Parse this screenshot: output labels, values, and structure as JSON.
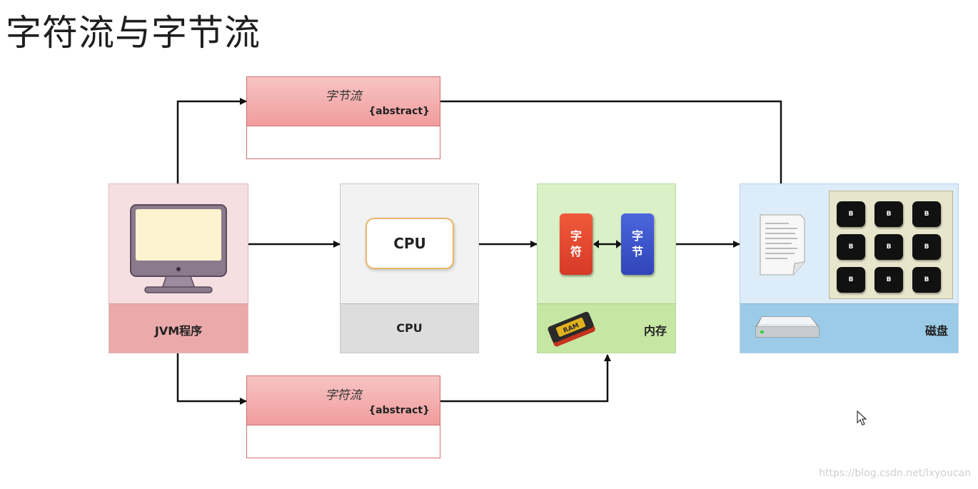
{
  "title": "字符流与字节流",
  "byte_stream_class": {
    "name": "字节流",
    "stereotype": "{abstract}"
  },
  "char_stream_class": {
    "name": "字符流",
    "stereotype": "{abstract}"
  },
  "jvm_panel": {
    "label": "JVM程序",
    "icon": "monitor-icon"
  },
  "cpu_panel": {
    "chip_label": "CPU",
    "label": "CPU"
  },
  "memory_panel": {
    "label": "内存",
    "char_chip": "字符",
    "byte_chip": "字节",
    "ram_chip": "RAM"
  },
  "disk_panel": {
    "label": "磁盘",
    "icons": [
      "document-icon",
      "hard-drive-icon"
    ],
    "key_label": "B"
  },
  "watermark": "https://blog.csdn.net/lxyoucan",
  "colors": {
    "class_header": "#f3aaaa",
    "jvm_panel": "#f6dfe0",
    "jvm_footer": "#eaaaaa",
    "cpu_panel": "#f2f2f2",
    "cpu_footer": "#dddddd",
    "memory_panel": "#daf1c7",
    "memory_footer": "#c6e6a4",
    "disk_panel": "#dcecf9",
    "disk_footer": "#9ccbe8",
    "char_chip": "#e5462f",
    "byte_chip": "#3e55cf"
  }
}
